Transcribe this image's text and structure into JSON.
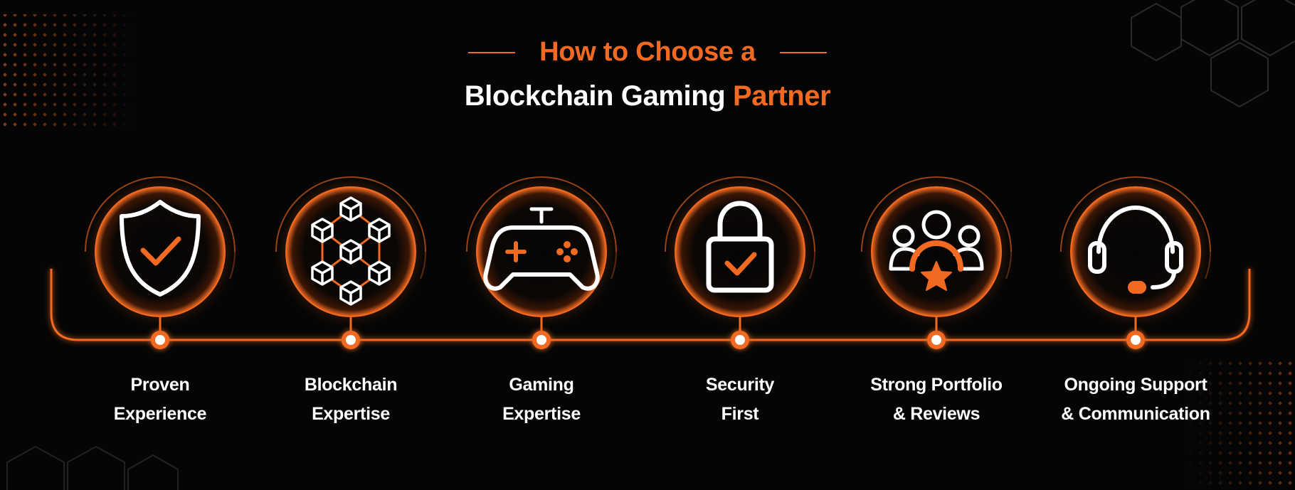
{
  "title": {
    "line1": "How to Choose a",
    "line2_main": "Blockchain Gaming",
    "line2_accent": "Partner"
  },
  "colors": {
    "accent": "#f26a21",
    "background": "#050505",
    "text": "#ffffff"
  },
  "steps": [
    {
      "icon": "shield-check-icon",
      "line1": "Proven",
      "line2": "Experience"
    },
    {
      "icon": "blockchain-cubes-icon",
      "line1": "Blockchain",
      "line2": "Expertise"
    },
    {
      "icon": "gamepad-icon",
      "line1": "Gaming",
      "line2": "Expertise"
    },
    {
      "icon": "padlock-check-icon",
      "line1": "Security",
      "line2": "First"
    },
    {
      "icon": "team-star-icon",
      "line1": "Strong Portfolio",
      "line2": "& Reviews"
    },
    {
      "icon": "headset-icon",
      "line1": "Ongoing Support",
      "line2": "& Communication"
    }
  ]
}
